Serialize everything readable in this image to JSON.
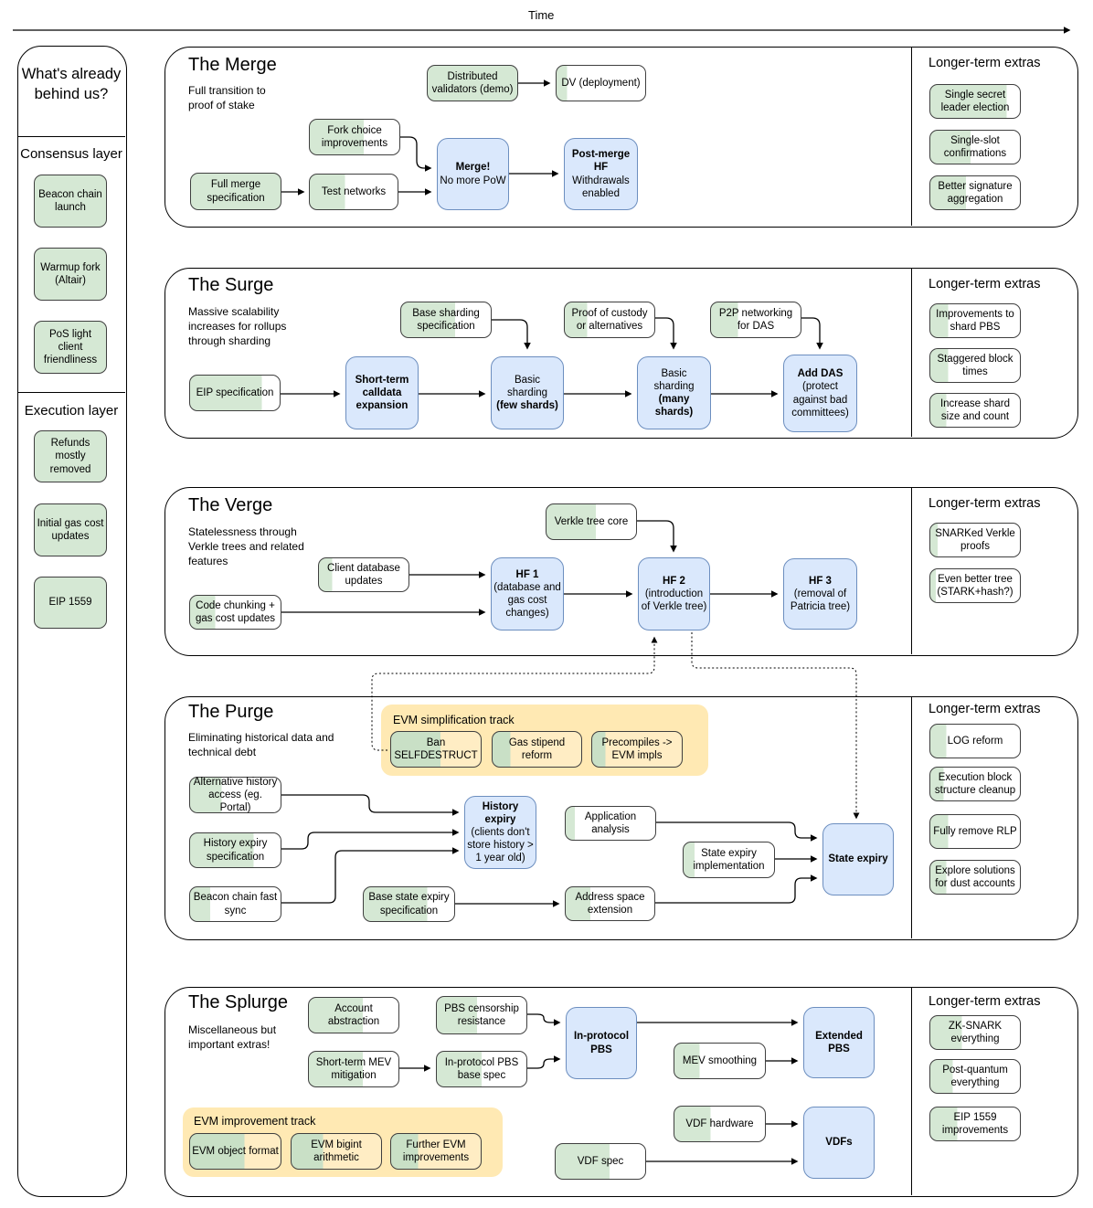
{
  "timeline": {
    "label": "Time"
  },
  "colors": {
    "green_fill": "#d5e8d4",
    "blue_fill": "#dae8fc",
    "blue_border": "#6c8ebf",
    "track_panel_fill": "#ffe9b3"
  },
  "sidebar": {
    "title": "What's already behind us?",
    "consensus_heading": "Consensus layer",
    "execution_heading": "Execution layer",
    "consensus_items": [
      {
        "label": "Beacon chain launch"
      },
      {
        "label": "Warmup fork (Altair)"
      },
      {
        "label": "PoS light client friendliness"
      }
    ],
    "execution_items": [
      {
        "label": "Refunds mostly removed"
      },
      {
        "label": "Initial gas cost updates"
      },
      {
        "label": "EIP 1559"
      }
    ]
  },
  "sections": {
    "merge": {
      "title": "The Merge",
      "subtitle": "Full transition to proof of stake",
      "extras_title": "Longer-term extras",
      "nodes": {
        "distributed_validators": {
          "pre": "Distributed validators (demo)",
          "progress": "100%"
        },
        "dv_deployment": {
          "pre": "DV (deployment)",
          "progress": "12%"
        },
        "fork_choice": {
          "pre": "Fork choice improvements",
          "progress": "60%"
        },
        "full_merge_spec": {
          "pre": "Full merge specification",
          "progress": "100%"
        },
        "test_networks": {
          "pre": "Test networks",
          "progress": "40%"
        },
        "merge_hf": {
          "bold": "Merge!",
          "post": "No more PoW"
        },
        "post_merge_hf": {
          "bold": "Post-merge HF",
          "post": "Withdrawals enabled"
        }
      },
      "extras": [
        {
          "label": "Single secret leader election",
          "progress": "85%"
        },
        {
          "label": "Single-slot confirmations",
          "progress": "45%"
        },
        {
          "label": "Better signature aggregation",
          "progress": "40%"
        }
      ]
    },
    "surge": {
      "title": "The Surge",
      "subtitle": "Massive scalability increases for rollups through sharding",
      "extras_title": "Longer-term extras",
      "nodes": {
        "base_sharding_spec": {
          "pre": "Base sharding specification",
          "progress": "60%"
        },
        "proof_custody": {
          "pre": "Proof of custody or alternatives",
          "progress": "25%"
        },
        "p2p_das": {
          "pre": "P2P networking for DAS",
          "progress": "30%"
        },
        "eip_spec": {
          "pre": "EIP specification",
          "progress": "80%"
        },
        "calldata": {
          "bold": "Short-term calldata expansion"
        },
        "few_shards": {
          "pre": "Basic sharding",
          "bold": "(few shards)"
        },
        "many_shards": {
          "pre": "Basic sharding",
          "bold": "(many shards)"
        },
        "add_das": {
          "bold": "Add DAS",
          "post": "(protect against bad committees)"
        }
      },
      "extras": [
        {
          "label": "Improvements to shard PBS",
          "progress": "20%"
        },
        {
          "label": "Staggered block times",
          "progress": "20%"
        },
        {
          "label": "Increase shard size and count",
          "progress": "18%"
        }
      ]
    },
    "verge": {
      "title": "The Verge",
      "subtitle": "Statelessness through Verkle trees and related features",
      "extras_title": "Longer-term extras",
      "nodes": {
        "verkle_core": {
          "pre": "Verkle tree core",
          "progress": "55%"
        },
        "client_db": {
          "pre": "Client database updates",
          "progress": "15%"
        },
        "code_chunking": {
          "pre": "Code chunking + gas cost updates",
          "progress": "28%"
        },
        "hf1": {
          "bold": "HF 1",
          "post": "(database and gas cost changes)"
        },
        "hf2": {
          "bold": "HF 2",
          "post": "(introduction of Verkle tree)"
        },
        "hf3": {
          "bold": "HF 3",
          "post": "(removal of Patricia tree)"
        }
      },
      "extras": [
        {
          "label": "SNARKed Verkle proofs",
          "progress": "8%"
        },
        {
          "label": "Even better tree (STARK+hash?)",
          "progress": "6%"
        }
      ]
    },
    "purge": {
      "title": "The Purge",
      "subtitle": "Eliminating historical data and technical debt",
      "extras_title": "Longer-term extras",
      "track_title": "EVM simplification track",
      "nodes": {
        "ban_selfdestruct": {
          "pre": "Ban SELFDESTRUCT",
          "progress": "55%"
        },
        "gas_stipend": {
          "pre": "Gas stipend reform",
          "progress": "20%"
        },
        "precompiles": {
          "pre": "Precompiles -> EVM impls",
          "progress": "15%"
        },
        "alt_history": {
          "pre": "Alternative history access (eg. Portal)",
          "progress": "35%"
        },
        "history_expiry_spec": {
          "pre": "History expiry specification",
          "progress": "70%"
        },
        "beacon_fast_sync": {
          "pre": "Beacon chain fast sync",
          "progress": "22%"
        },
        "history_expiry": {
          "bold": "History expiry",
          "post": "(clients don't store history > 1 year old)"
        },
        "application_analysis": {
          "pre": "Application analysis",
          "progress": "10%"
        },
        "state_expiry_impl": {
          "pre": "State expiry implementation",
          "progress": "12%"
        },
        "base_state_expiry": {
          "pre": "Base state expiry specification",
          "progress": "70%"
        },
        "address_space": {
          "pre": "Address space extension",
          "progress": "28%"
        },
        "state_expiry": {
          "bold": "State expiry"
        }
      },
      "extras": [
        {
          "label": "LOG reform",
          "progress": "18%"
        },
        {
          "label": "Execution block structure cleanup",
          "progress": "15%"
        },
        {
          "label": "Fully remove RLP",
          "progress": "20%"
        },
        {
          "label": "Explore solutions for dust accounts",
          "progress": "18%"
        }
      ]
    },
    "splurge": {
      "title": "The Splurge",
      "subtitle": "Miscellaneous but important extras!",
      "extras_title": "Longer-term extras",
      "track_title": "EVM improvement track",
      "nodes": {
        "account_abstraction": {
          "pre": "Account abstraction",
          "progress": "60%"
        },
        "pbs_censorship": {
          "pre": "PBS censorship resistance",
          "progress": "45%"
        },
        "short_term_mev": {
          "pre": "Short-term MEV mitigation",
          "progress": "60%"
        },
        "pbs_base_spec": {
          "pre": "In-protocol PBS base spec",
          "progress": "50%"
        },
        "in_protocol_pbs": {
          "bold": "In-protocol PBS"
        },
        "mev_smoothing": {
          "pre": "MEV smoothing",
          "progress": "28%"
        },
        "extended_pbs": {
          "bold": "Extended PBS"
        },
        "evm_object": {
          "pre": "EVM object format",
          "progress": "60%"
        },
        "evm_bigint": {
          "pre": "EVM bigint arithmetic",
          "progress": "35%"
        },
        "further_evm": {
          "pre": "Further EVM improvements",
          "progress": "30%"
        },
        "vdf_hardware": {
          "pre": "VDF hardware",
          "progress": "40%"
        },
        "vdf_spec": {
          "pre": "VDF spec",
          "progress": "60%"
        },
        "vdfs": {
          "bold": "VDFs"
        }
      },
      "extras": [
        {
          "label": "ZK-SNARK everything",
          "progress": "35%"
        },
        {
          "label": "Post-quantum everything",
          "progress": "25%"
        },
        {
          "label": "EIP 1559 improvements",
          "progress": "30%"
        }
      ]
    }
  }
}
